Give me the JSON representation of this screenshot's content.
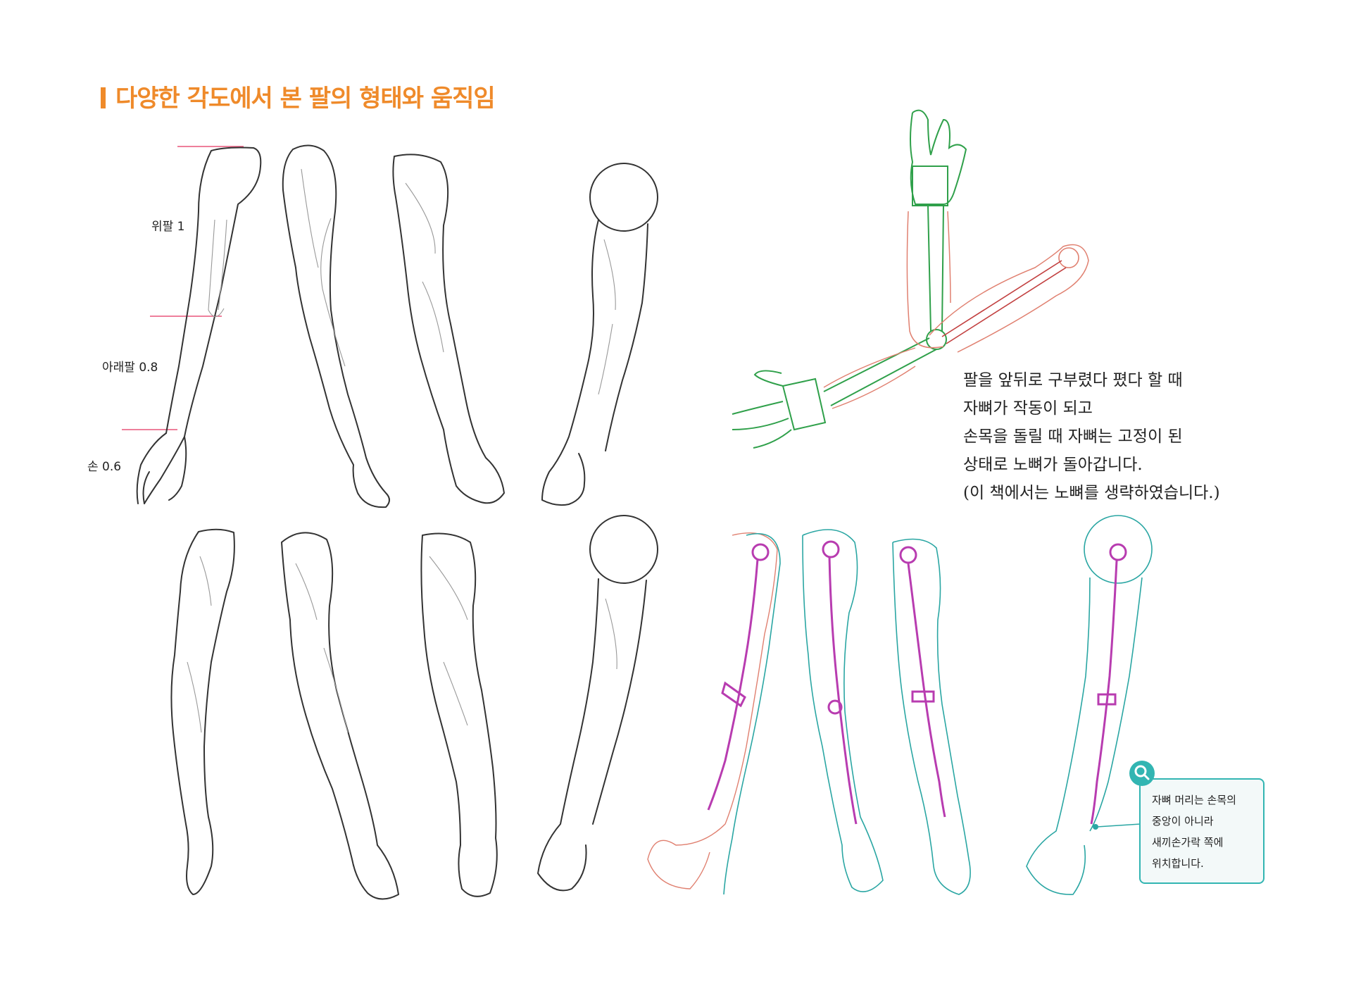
{
  "title": "다양한 각도에서 본 팔의 형태와 움직임",
  "proportion_labels": {
    "upper_arm": "위팔 1",
    "forearm": "아래팔 0.8",
    "hand": "손 0.6"
  },
  "note_lines": [
    "팔을 앞뒤로 구부렸다 폈다 할 때",
    "자뼈가 작동이 되고",
    "손목을 돌릴 때 자뼈는 고정이 된",
    "상태로 노뼈가 돌아갑니다.",
    "(이 책에서는 노뼈를 생략하였습니다.)"
  ],
  "callout_lines": [
    "자뼈 머리는 손목의",
    "중앙이 아니라",
    "새끼손가락 쪽에",
    "위치합니다."
  ],
  "colors": {
    "title": "#ef8a2a",
    "guide_line": "#e8557a",
    "bone": "#b83cb0",
    "teal": "#2aa6a3",
    "red_sketch": "#e08070",
    "green_sketch": "#2fa04a",
    "callout_border": "#32b5b2"
  },
  "icons": [
    "magnifier-icon"
  ]
}
